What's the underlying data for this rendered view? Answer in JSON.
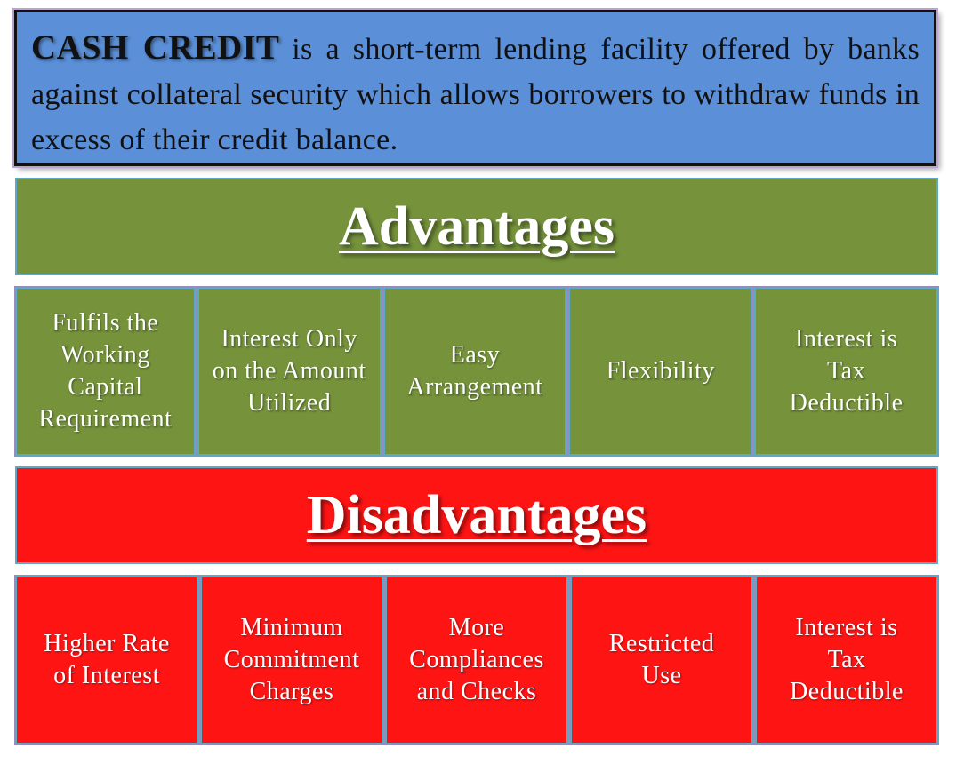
{
  "definition": {
    "term": "CASH CREDIT",
    "text": "is a short-term lending facility offered by banks against collateral security which allows borrowers to withdraw funds in excess of  their credit balance."
  },
  "advantages": {
    "heading": "Advantages",
    "items": [
      "Fulfils the Working Capital Requirement",
      "Interest Only on the Amount Utilized",
      "Easy Arrangement",
      "Flexibility",
      "Interest is Tax Deductible"
    ]
  },
  "disadvantages": {
    "heading": "Disadvantages",
    "items": [
      "Higher Rate of  Interest",
      "Minimum Commitment Charges",
      "More Compliances and Checks",
      "Restricted Use",
      "Interest is Tax Deductible"
    ]
  },
  "colors": {
    "definition_bg": "#5b8fd7",
    "advantages_bg": "#76933c",
    "disadvantages_bg": "#ff1414"
  }
}
